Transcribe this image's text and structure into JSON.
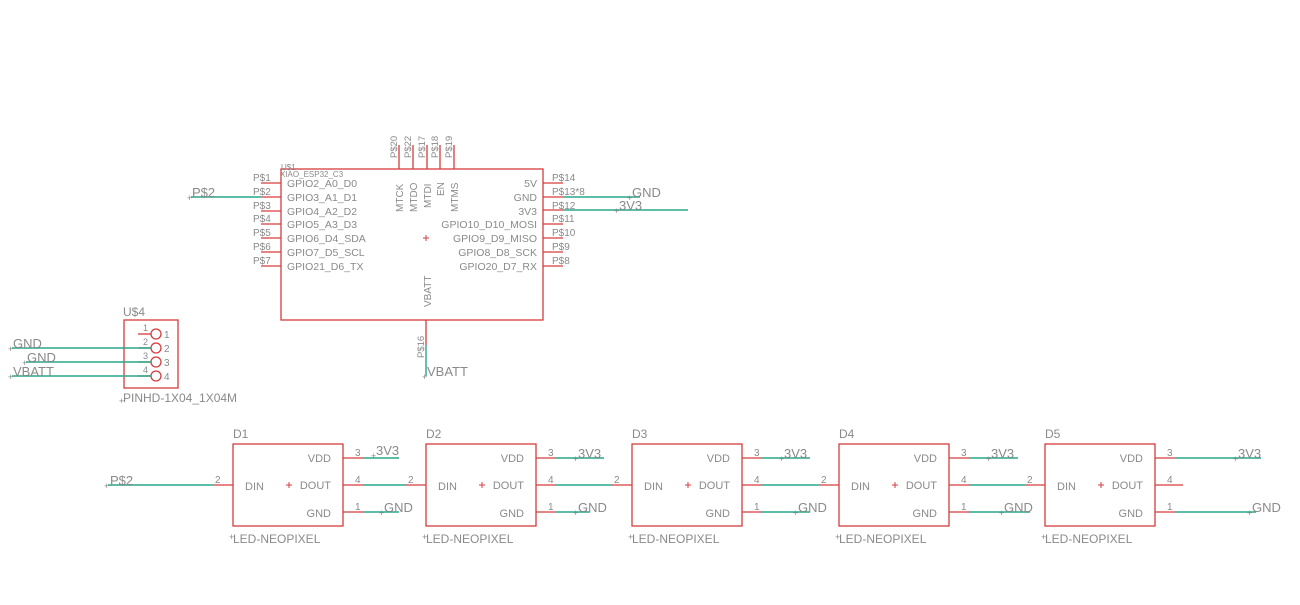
{
  "colors": {
    "symbol": "#d63c3c",
    "wire": "#2aa58a",
    "text": "#8a8a8a",
    "background": "#ffffff"
  },
  "mcu": {
    "name": "U$1",
    "value": "XIAO_ESP32_C3",
    "left_pins": [
      {
        "pad": "P$1",
        "label": "GPIO2_A0_D0"
      },
      {
        "pad": "P$2",
        "label": "GPIO3_A1_D1"
      },
      {
        "pad": "P$3",
        "label": "GPIO4_A2_D2"
      },
      {
        "pad": "P$4",
        "label": "GPIO5_A3_D3"
      },
      {
        "pad": "P$5",
        "label": "GPIO6_D4_SDA"
      },
      {
        "pad": "P$6",
        "label": "GPIO7_D5_SCL"
      },
      {
        "pad": "P$7",
        "label": "GPIO21_D6_TX"
      }
    ],
    "right_pins": [
      {
        "pad": "P$14",
        "label": "5V"
      },
      {
        "pad": "P$13*8",
        "label": "GND"
      },
      {
        "pad": "P$12",
        "label": "3V3"
      },
      {
        "pad": "P$11",
        "label": "GPIO10_D10_MOSI"
      },
      {
        "pad": "P$10",
        "label": "GPIO9_D9_MISO"
      },
      {
        "pad": "P$9",
        "label": "GPIO8_D8_SCK"
      },
      {
        "pad": "P$8",
        "label": "GPIO20_D7_RX"
      }
    ],
    "top_pins": [
      {
        "pad": "P$20",
        "label": "MTCK"
      },
      {
        "pad": "P$22",
        "label": "MTDO"
      },
      {
        "pad": "P$17",
        "label": "MTDI"
      },
      {
        "pad": "P$18",
        "label": "EN"
      },
      {
        "pad": "P$19",
        "label": "MTMS"
      }
    ],
    "bottom_pin": {
      "pad": "P$16",
      "label": "VBATT"
    }
  },
  "nets": {
    "p2": "P$2",
    "gnd": "GND",
    "v33": "3V3",
    "vbatt": "VBATT"
  },
  "header": {
    "name": "U$4",
    "value": "PINHD-1X04_1X04M",
    "pins": [
      "1",
      "2",
      "3",
      "4"
    ],
    "wire_labels": [
      "GND",
      "GND",
      "VBATT"
    ]
  },
  "leds": [
    {
      "name": "D1",
      "value": "LED-NEOPIXEL",
      "din": "DIN",
      "vdd": "VDD",
      "dout": "DOUT",
      "gnd": "GND",
      "pin_vdd": "3",
      "pin_din": "2",
      "pin_dout": "4",
      "pin_gnd": "1"
    },
    {
      "name": "D2",
      "value": "LED-NEOPIXEL",
      "din": "DIN",
      "vdd": "VDD",
      "dout": "DOUT",
      "gnd": "GND",
      "pin_vdd": "3",
      "pin_din": "2",
      "pin_dout": "4",
      "pin_gnd": "1"
    },
    {
      "name": "D3",
      "value": "LED-NEOPIXEL",
      "din": "DIN",
      "vdd": "VDD",
      "dout": "DOUT",
      "gnd": "GND",
      "pin_vdd": "3",
      "pin_din": "2",
      "pin_dout": "4",
      "pin_gnd": "1"
    },
    {
      "name": "D4",
      "value": "LED-NEOPIXEL",
      "din": "DIN",
      "vdd": "VDD",
      "dout": "DOUT",
      "gnd": "GND",
      "pin_vdd": "3",
      "pin_din": "2",
      "pin_dout": "4",
      "pin_gnd": "1"
    },
    {
      "name": "D5",
      "value": "LED-NEOPIXEL",
      "din": "DIN",
      "vdd": "VDD",
      "dout": "DOUT",
      "gnd": "GND",
      "pin_vdd": "3",
      "pin_din": "2",
      "pin_dout": "4",
      "pin_gnd": "1"
    }
  ]
}
